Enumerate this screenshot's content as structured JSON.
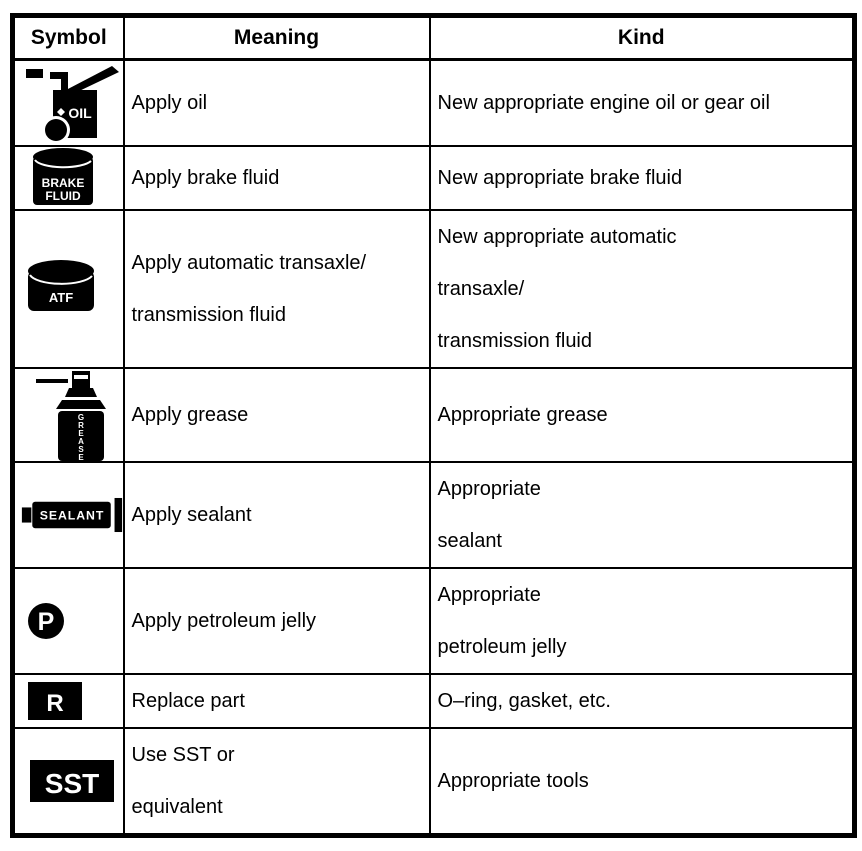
{
  "colors": {
    "ink": "#000000",
    "paper": "#ffffff"
  },
  "table": {
    "headers": {
      "symbol": "Symbol",
      "meaning": "Meaning",
      "kind": "Kind"
    },
    "rows": [
      {
        "icon": "oil-can-icon",
        "icon_text": "OIL",
        "meaning": [
          "Apply oil"
        ],
        "kind": [
          "New appropriate engine oil or gear oil"
        ]
      },
      {
        "icon": "brake-fluid-can-icon",
        "icon_text_lines": [
          "BRAKE",
          "FLUID"
        ],
        "meaning": [
          "Apply brake fluid"
        ],
        "kind": [
          "New appropriate brake fluid"
        ]
      },
      {
        "icon": "atf-can-icon",
        "icon_text": "ATF",
        "meaning": [
          "Apply automatic transaxle/",
          "transmission fluid"
        ],
        "kind": [
          "New appropriate automatic",
          "transaxle/",
          "transmission fluid"
        ]
      },
      {
        "icon": "grease-spray-can-icon",
        "icon_text_letters": [
          "G",
          "R",
          "E",
          "A",
          "S",
          "E"
        ],
        "meaning": [
          "Apply grease"
        ],
        "kind": [
          "Appropriate grease"
        ]
      },
      {
        "icon": "sealant-tube-icon",
        "icon_text": "SEALANT",
        "meaning": [
          "Apply sealant"
        ],
        "kind": [
          "Appropriate",
          "sealant"
        ]
      },
      {
        "icon": "petroleum-jelly-icon",
        "icon_text": "P",
        "meaning": [
          "Apply petroleum jelly"
        ],
        "kind": [
          "Appropriate",
          "petroleum jelly"
        ]
      },
      {
        "icon": "replace-part-icon",
        "icon_text": "R",
        "meaning": [
          "Replace part"
        ],
        "kind": [
          "O–ring, gasket, etc."
        ]
      },
      {
        "icon": "sst-icon",
        "icon_text": "SST",
        "meaning": [
          "Use SST or",
          "equivalent"
        ],
        "kind": [
          "Appropriate tools"
        ]
      }
    ]
  }
}
